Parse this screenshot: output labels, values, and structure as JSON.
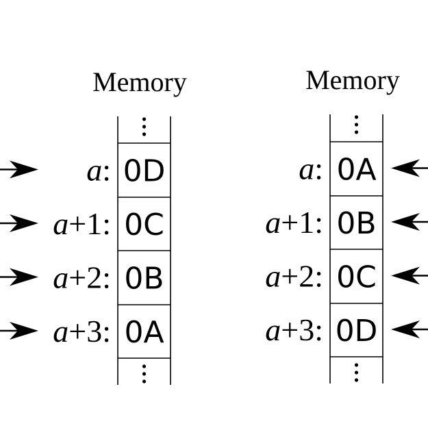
{
  "diagrams": [
    {
      "title": "Memory",
      "rows": [
        {
          "var": "a",
          "suffix": ":",
          "value": "0D"
        },
        {
          "var": "a",
          "suffix": "+1:",
          "value": "0C"
        },
        {
          "var": "a",
          "suffix": "+2:",
          "value": "0B"
        },
        {
          "var": "a",
          "suffix": "+3:",
          "value": "0A"
        }
      ],
      "arrow_direction": "right"
    },
    {
      "title": "Memory",
      "rows": [
        {
          "var": "a",
          "suffix": ":",
          "value": "0A"
        },
        {
          "var": "a",
          "suffix": "+1:",
          "value": "0B"
        },
        {
          "var": "a",
          "suffix": "+2:",
          "value": "0C"
        },
        {
          "var": "a",
          "suffix": "+3:",
          "value": "0D"
        }
      ],
      "arrow_direction": "left"
    }
  ],
  "colors": {
    "background": "#ffffff",
    "ink": "#000000"
  }
}
